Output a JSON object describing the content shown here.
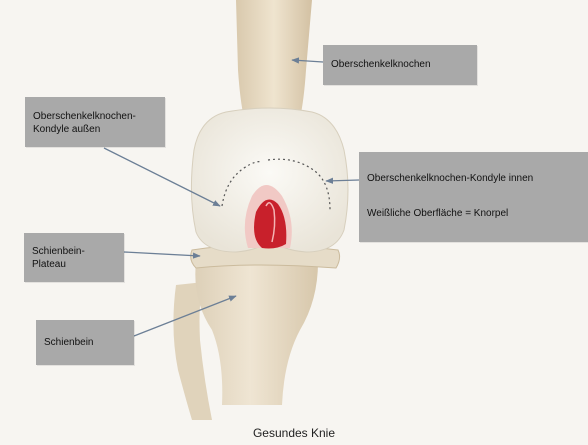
{
  "labels": {
    "femur": "Oberschenkelknochen",
    "lateral_condyle": [
      "Oberschenkelknochen-",
      "Kondyle außen"
    ],
    "medial_condyle": "Oberschenkelknochen-Kondyle innen",
    "cartilage_note": "Weißliche Oberfläche = Knorpel",
    "tibial_plateau": [
      "Schienbein-",
      "Plateau"
    ],
    "tibia": "Schienbein"
  },
  "caption": "Gesundes Knie",
  "colors": {
    "label_bg": "#a9a9a9",
    "bone": "#e9dcc4",
    "cartilage": "#f4f2ea",
    "ligament": "#c8202b",
    "arrow": "#6c7f96"
  }
}
